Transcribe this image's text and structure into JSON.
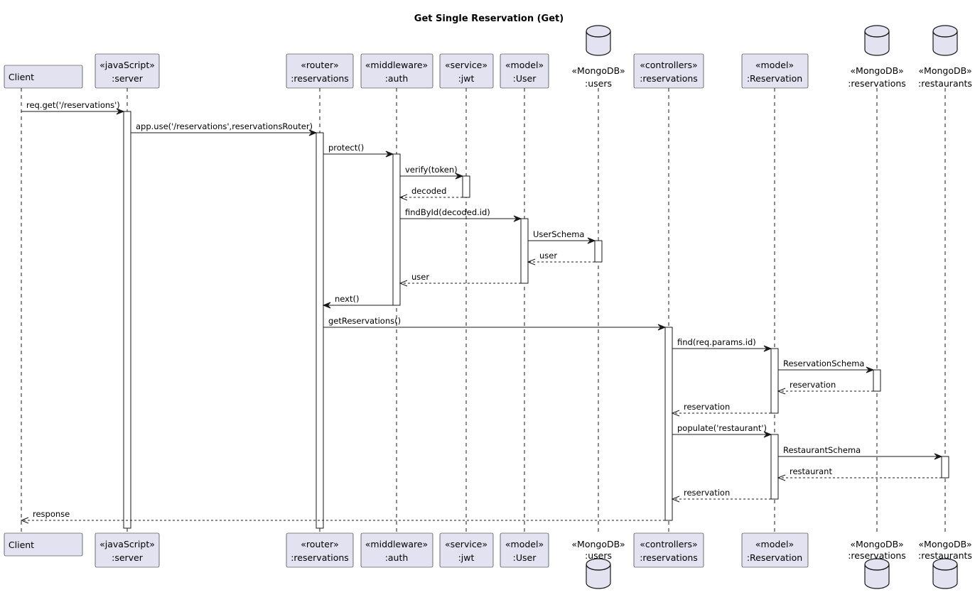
{
  "title": "Get Single Reservation (Get)",
  "colors": {
    "participant_fill": "#e2e2f0",
    "participant_stroke": "#181818",
    "lifeline": "#181818",
    "activation_fill": "#ffffff",
    "text": "#000000"
  },
  "participants": [
    {
      "id": "client",
      "kind": "box",
      "stereotype": "",
      "name": "Client"
    },
    {
      "id": "server",
      "kind": "box",
      "stereotype": "«javaScript»",
      "name": ":server"
    },
    {
      "id": "router",
      "kind": "box",
      "stereotype": "«router»",
      "name": ":reservations"
    },
    {
      "id": "auth",
      "kind": "box",
      "stereotype": "«middleware»",
      "name": ":auth"
    },
    {
      "id": "jwt",
      "kind": "box",
      "stereotype": "«service»",
      "name": ":jwt"
    },
    {
      "id": "user",
      "kind": "box",
      "stereotype": "«model»",
      "name": ":User"
    },
    {
      "id": "users_db",
      "kind": "database",
      "stereotype": "«MongoDB»",
      "name": ":users"
    },
    {
      "id": "controller",
      "kind": "box",
      "stereotype": "«controllers»",
      "name": ":reservations"
    },
    {
      "id": "reservation_model",
      "kind": "box",
      "stereotype": "«model»",
      "name": ":Reservation"
    },
    {
      "id": "reservations_db",
      "kind": "database",
      "stereotype": "«MongoDB»",
      "name": ":reservations"
    },
    {
      "id": "restaurants_db",
      "kind": "database",
      "stereotype": "«MongoDB»",
      "name": ":restaurants"
    }
  ],
  "messages": [
    {
      "from": "client",
      "to": "server",
      "label": "req.get('/reservations')",
      "type": "sync"
    },
    {
      "from": "server",
      "to": "router",
      "label": "app.use('/reservations',reservationsRouter)",
      "type": "sync"
    },
    {
      "from": "router",
      "to": "auth",
      "label": "protect()",
      "type": "sync"
    },
    {
      "from": "auth",
      "to": "jwt",
      "label": "verify(token)",
      "type": "sync"
    },
    {
      "from": "jwt",
      "to": "auth",
      "label": "decoded",
      "type": "return"
    },
    {
      "from": "auth",
      "to": "user",
      "label": "findById(decoded.id)",
      "type": "sync"
    },
    {
      "from": "user",
      "to": "users_db",
      "label": "UserSchema",
      "type": "sync"
    },
    {
      "from": "users_db",
      "to": "user",
      "label": "user",
      "type": "return"
    },
    {
      "from": "user",
      "to": "auth",
      "label": "user",
      "type": "return"
    },
    {
      "from": "auth",
      "to": "router",
      "label": "next()",
      "type": "sync"
    },
    {
      "from": "router",
      "to": "controller",
      "label": "getReservations()",
      "type": "sync"
    },
    {
      "from": "controller",
      "to": "reservation_model",
      "label": "find(req.params.id)",
      "type": "sync"
    },
    {
      "from": "reservation_model",
      "to": "reservations_db",
      "label": "ReservationSchema",
      "type": "sync"
    },
    {
      "from": "reservations_db",
      "to": "reservation_model",
      "label": "reservation",
      "type": "return"
    },
    {
      "from": "reservation_model",
      "to": "controller",
      "label": "reservation",
      "type": "return"
    },
    {
      "from": "controller",
      "to": "reservation_model",
      "label": "populate('restaurant')",
      "type": "sync"
    },
    {
      "from": "reservation_model",
      "to": "restaurants_db",
      "label": "RestaurantSchema",
      "type": "sync"
    },
    {
      "from": "restaurants_db",
      "to": "reservation_model",
      "label": "restaurant",
      "type": "return"
    },
    {
      "from": "reservation_model",
      "to": "controller",
      "label": "reservation",
      "type": "return"
    },
    {
      "from": "controller",
      "to": "client",
      "label": "response",
      "type": "return"
    }
  ]
}
